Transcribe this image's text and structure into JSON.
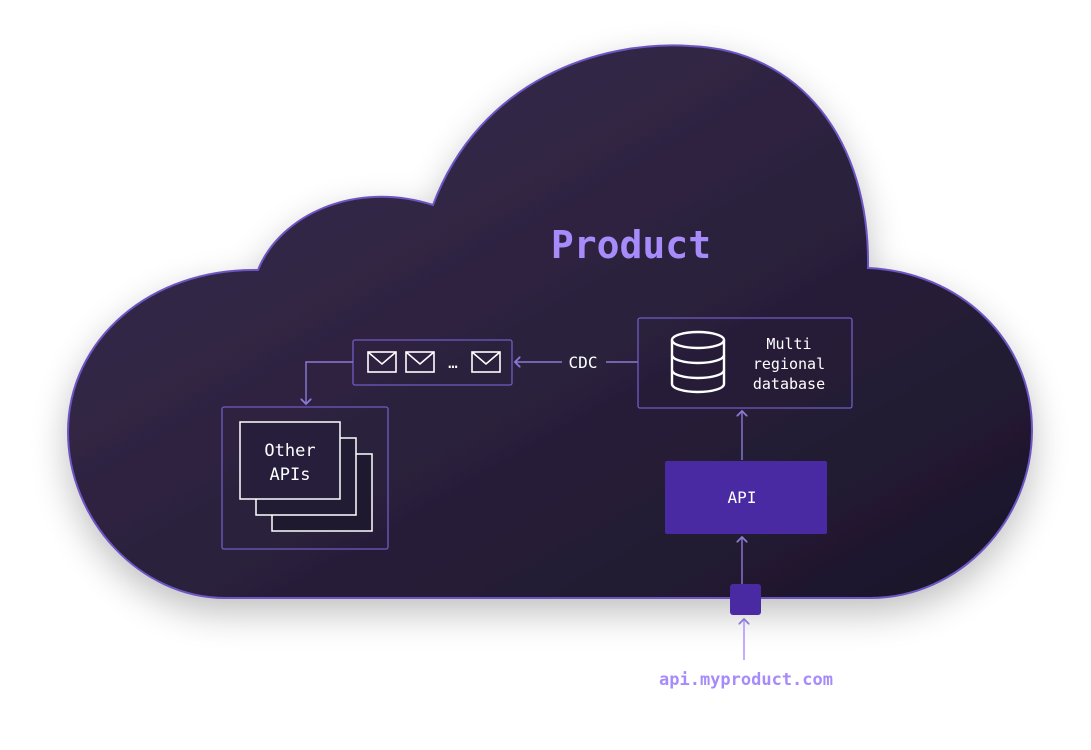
{
  "title": "Product",
  "queue": {
    "ellipsis": "…"
  },
  "cdc_label": "CDC",
  "database": {
    "line1": "Multi",
    "line2": "regional",
    "line3": "database",
    "icon": "database-icon"
  },
  "other_apis": {
    "line1": "Other",
    "line2": "APIs"
  },
  "api_label": "API",
  "endpoint": "api.myproduct.com",
  "colors": {
    "cloud_start": "#3b2d4f",
    "cloud_end": "#1e1830",
    "cloud_border": "#7a5fd0",
    "accent": "#a78bfa",
    "line": "#8b7ad6",
    "api_fill": "#4a2aa0",
    "title": "#a78bfa"
  }
}
